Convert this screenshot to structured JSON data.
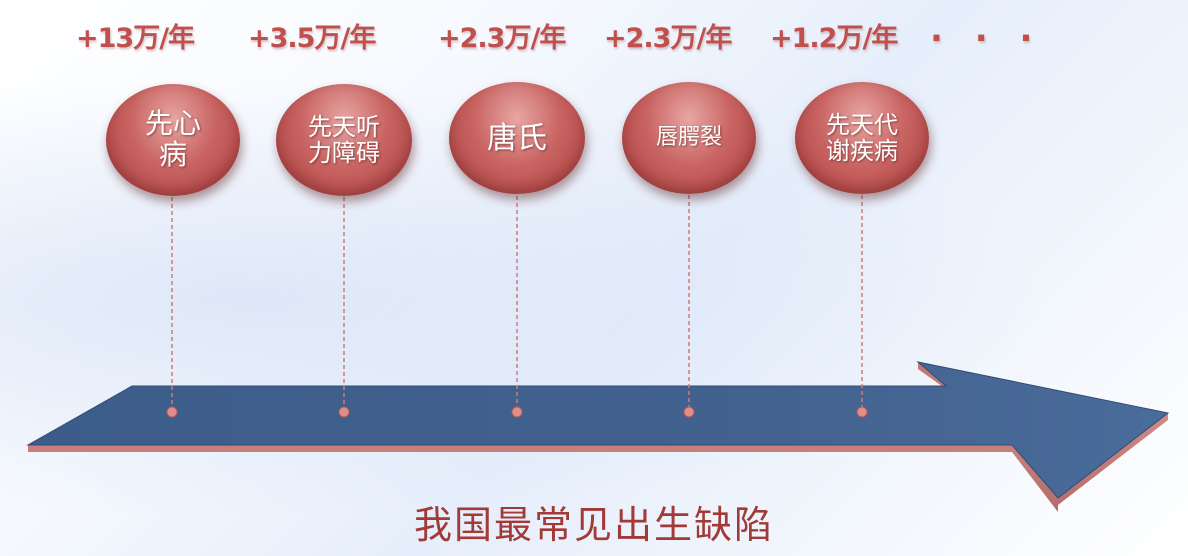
{
  "stats": [
    "+13万/年",
    "+3.5万/年",
    "+2.3万/年",
    "+2.3万/年",
    "+1.2万/年"
  ],
  "ellipsis": ". . .",
  "defects": [
    {
      "line1": "先心",
      "line2": "病"
    },
    {
      "line1": "先天听",
      "line2": "力障碍"
    },
    {
      "line1": "唐氏",
      "line2": ""
    },
    {
      "line1": "唇腭裂",
      "line2": ""
    },
    {
      "line1": "先天代",
      "line2": "谢疾病"
    }
  ],
  "title": "我国最常见出生缺陷",
  "colors": {
    "accent_red": "#c0504d",
    "arrow_top": "#3f5f8c",
    "arrow_edge": "#c9807c"
  }
}
